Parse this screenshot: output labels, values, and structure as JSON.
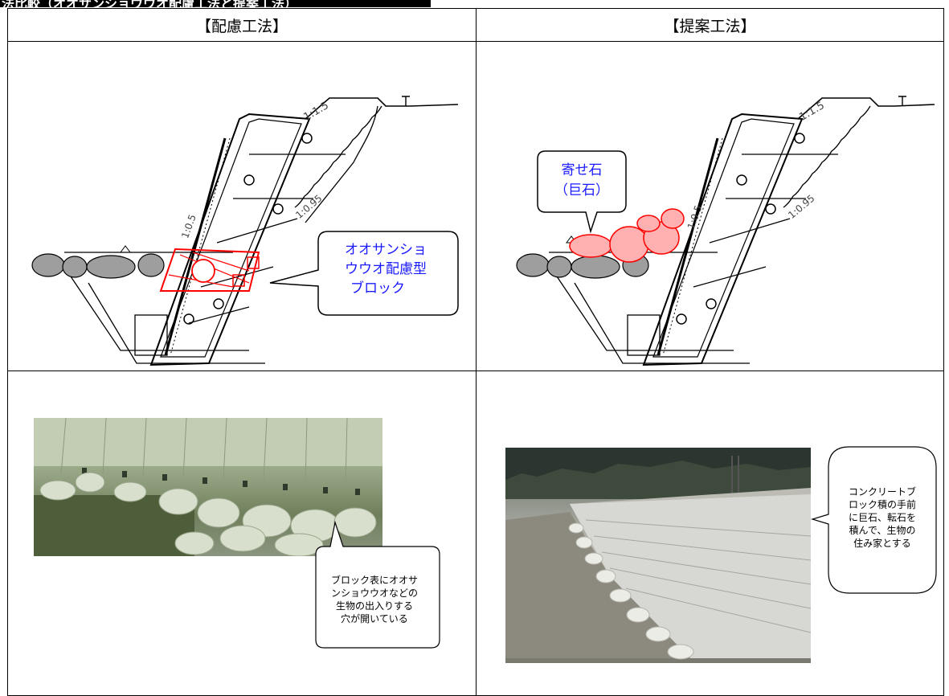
{
  "title": "法比較（オオサンショウウオ配慮工法と提案工法）",
  "headers": {
    "left": "【配慮工法】",
    "right": "【提案工法】"
  },
  "left_diagram": {
    "slope_upper": "1:1.5",
    "slope_wall": "1:0.5",
    "slope_back": "1:0.95",
    "callout_lines": [
      "オオサンショ",
      "ウウオ配慮型",
      "ブロック"
    ],
    "callout_color": "#1a1aff",
    "highlight_color": "#ff0000"
  },
  "right_diagram": {
    "slope_upper": "1:1.5",
    "slope_wall": "1:0.5",
    "slope_back": "1:0.95",
    "callout_lines": [
      "寄せ石",
      "（巨石）"
    ],
    "callout_color": "#1a1aff",
    "highlight_color": "#ff0000"
  },
  "left_photo": {
    "caption": "ブロック表にオオサ\nンショウウオなどの\n生物の出入りする\n穴が開いている"
  },
  "right_photo": {
    "caption": "コンクリートブ\nロック積の手前\nに巨石、転石を\n積んで、生物の\n住み家とする"
  }
}
